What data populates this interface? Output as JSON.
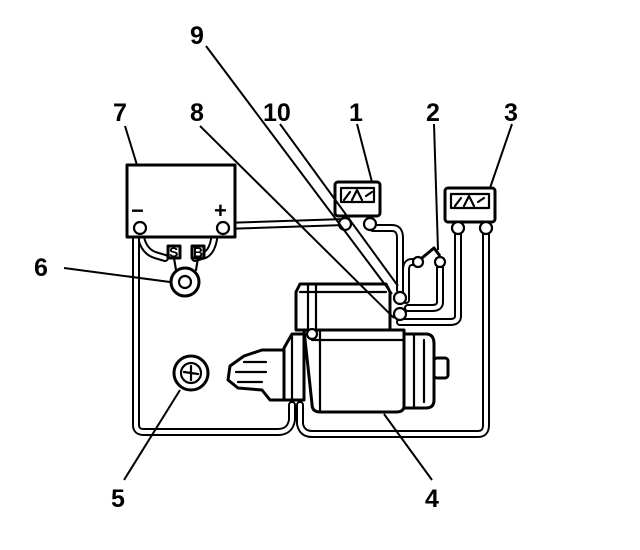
{
  "callouts": [
    {
      "id": "c1",
      "label": "1"
    },
    {
      "id": "c2",
      "label": "2"
    },
    {
      "id": "c3",
      "label": "3"
    },
    {
      "id": "c4",
      "label": "4"
    },
    {
      "id": "c5",
      "label": "5"
    },
    {
      "id": "c6",
      "label": "6"
    },
    {
      "id": "c7",
      "label": "7"
    },
    {
      "id": "c8",
      "label": "8"
    },
    {
      "id": "c9",
      "label": "9"
    },
    {
      "id": "c10",
      "label": "10"
    }
  ],
  "battery": {
    "negative": "−",
    "positive": "+"
  },
  "relay": {
    "terminal_left": "S",
    "terminal_right": "B"
  }
}
